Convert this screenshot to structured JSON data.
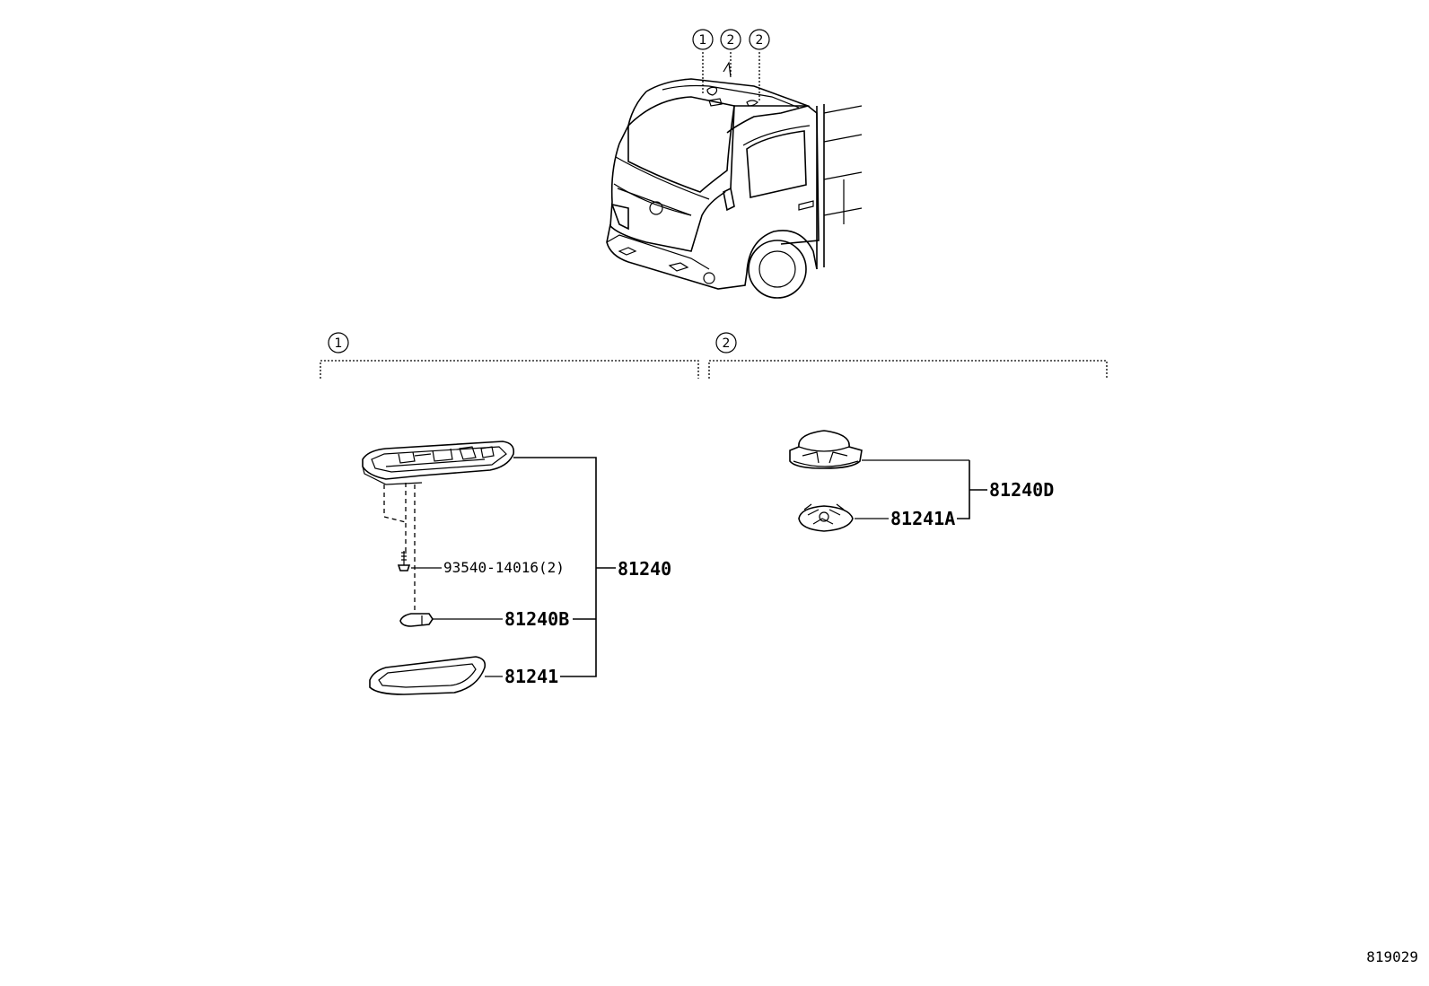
{
  "diagram": {
    "vehicle_callouts": [
      "1",
      "2",
      "2"
    ],
    "groups": [
      {
        "marker": "1"
      },
      {
        "marker": "2"
      }
    ],
    "parts": {
      "lamp_assy": "81240",
      "screw": "93540-14016(2)",
      "bulb": "81240B",
      "lens": "81241",
      "lamp_assy_2": "81240D",
      "lens_2": "81241A"
    },
    "figure_id": "819029"
  }
}
